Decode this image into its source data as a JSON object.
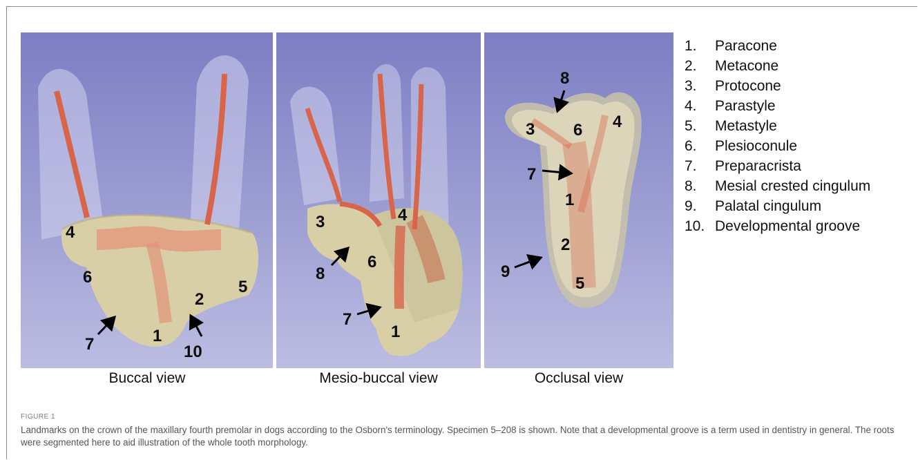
{
  "panels": [
    {
      "title": "Buccal view",
      "markers": [
        "4",
        "6",
        "7",
        "1",
        "2",
        "10",
        "5"
      ]
    },
    {
      "title": "Mesio-buccal view",
      "markers": [
        "3",
        "4",
        "8",
        "6",
        "7",
        "1"
      ]
    },
    {
      "title": "Occlusal view",
      "markers": [
        "8",
        "3",
        "6",
        "4",
        "7",
        "1",
        "2",
        "9",
        "5"
      ]
    }
  ],
  "legend": [
    {
      "num": "1.",
      "name": "Paracone"
    },
    {
      "num": "2.",
      "name": "Metacone"
    },
    {
      "num": "3.",
      "name": "Protocone"
    },
    {
      "num": "4.",
      "name": "Parastyle"
    },
    {
      "num": "5.",
      "name": "Metastyle"
    },
    {
      "num": "6.",
      "name": "Plesioconule"
    },
    {
      "num": "7.",
      "name": "Preparacrista"
    },
    {
      "num": "8.",
      "name": "Mesial crested cingulum"
    },
    {
      "num": "9.",
      "name": "Palatal cingulum"
    },
    {
      "num": "10.",
      "name": "Developmental groove"
    }
  ],
  "figure_label": "FIGURE 1",
  "caption": "Landmarks on the crown of the maxillary fourth premolar in dogs according to the Osborn's terminology. Specimen 5–208 is shown. Note that a developmental groove is a term used in dentistry in general. The roots were segmented here to aid illustration of the whole tooth morphology.",
  "colors": {
    "background_top": "#7d7ec4",
    "background_bottom": "#bcbde2",
    "crown": "#d9cfa6",
    "root_canal": "#e0674f",
    "root_halo": "#c8c9e6"
  }
}
